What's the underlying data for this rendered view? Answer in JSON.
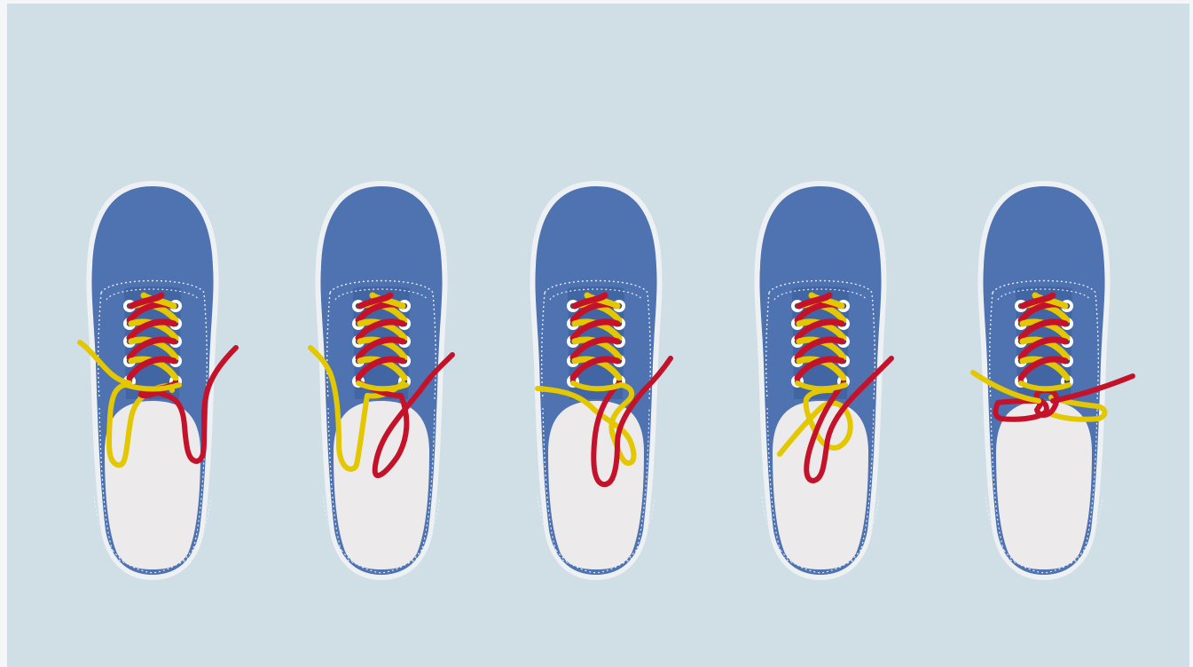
{
  "scene": {
    "name": "shoelace-tying-steps",
    "colors": {
      "background": "#d0dfe6",
      "page": "#f4f6f7",
      "shoe_body": "#4f72b0",
      "shoe_body_dark": "#4266a4",
      "shoe_outline": "#eef1f3",
      "insole": "#eceaeb",
      "stitch": "#e6edf5",
      "eyelet": "#ffffff",
      "eyelet_hole": "#3a4a66",
      "lace_red": "#c4122b",
      "lace_yellow": "#e3c700"
    },
    "steps": [
      {
        "id": "step-1",
        "stage": "two-loops-hanging"
      },
      {
        "id": "step-2",
        "stage": "loops-pulled-up"
      },
      {
        "id": "step-3",
        "stage": "loops-crossed"
      },
      {
        "id": "step-4",
        "stage": "loop-through"
      },
      {
        "id": "step-5",
        "stage": "finished-bow"
      }
    ]
  }
}
